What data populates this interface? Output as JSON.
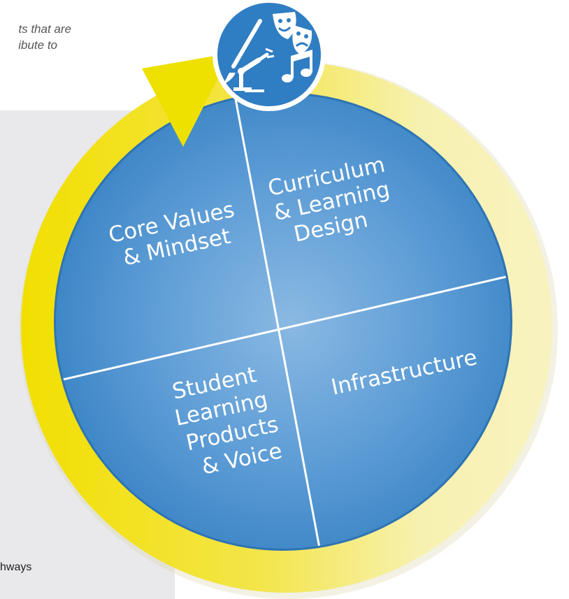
{
  "intro_text": {
    "line1": "ts that are",
    "line2": "ibute to"
  },
  "footer_text": "hways",
  "diagram": {
    "quadrants": {
      "top_left": [
        "Core Values",
        "& Mindset"
      ],
      "top_right": [
        "Curriculum",
        "& Learning",
        "Design"
      ],
      "bottom_left": [
        "Student",
        "Learning",
        "Products",
        "& Voice"
      ],
      "bottom_right": [
        "Infrastructure"
      ]
    },
    "icons": [
      "paintbrush-icon",
      "theater-masks-icon",
      "robot-arm-icon",
      "music-notes-icon"
    ],
    "colors": {
      "circle_center": "#7fb2df",
      "circle_edge": "#3d86c6",
      "ring_yellow": "#f4e100",
      "ring_pale": "#f6f1b3",
      "arrow_yellow": "#eee000",
      "icon_badge": "#2f7dc2"
    }
  }
}
